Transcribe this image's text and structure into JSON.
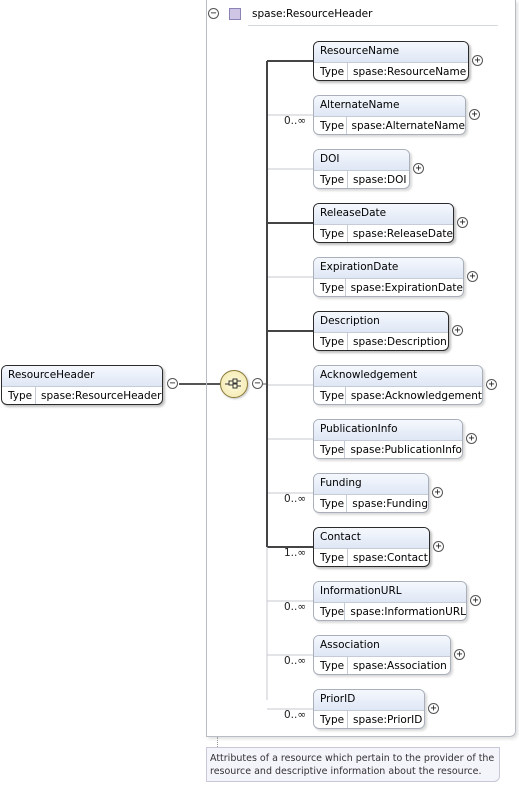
{
  "container": {
    "title": "spase:ResourceHeader",
    "toggle": "−"
  },
  "root": {
    "name": "ResourceHeader",
    "type_label": "Type",
    "type": "spase:ResourceHeader",
    "toggle": "−"
  },
  "sequence": {
    "toggle": "−"
  },
  "elements": [
    {
      "name": "ResourceName",
      "type_label": "Type",
      "type": "spase:ResourceName",
      "occurs": "",
      "required": true,
      "expand": "+"
    },
    {
      "name": "AlternateName",
      "type_label": "Type",
      "type": "spase:AlternateName",
      "occurs": "0..∞",
      "required": false,
      "expand": "+"
    },
    {
      "name": "DOI",
      "type_label": "Type",
      "type": "spase:DOI",
      "occurs": "",
      "required": false,
      "expand": "+"
    },
    {
      "name": "ReleaseDate",
      "type_label": "Type",
      "type": "spase:ReleaseDate",
      "occurs": "",
      "required": true,
      "expand": "+"
    },
    {
      "name": "ExpirationDate",
      "type_label": "Type",
      "type": "spase:ExpirationDate",
      "occurs": "",
      "required": false,
      "expand": "+"
    },
    {
      "name": "Description",
      "type_label": "Type",
      "type": "spase:Description",
      "occurs": "",
      "required": true,
      "expand": "+"
    },
    {
      "name": "Acknowledgement",
      "type_label": "Type",
      "type": "spase:Acknowledgement",
      "occurs": "",
      "required": false,
      "expand": "+"
    },
    {
      "name": "PublicationInfo",
      "type_label": "Type",
      "type": "spase:PublicationInfo",
      "occurs": "",
      "required": false,
      "expand": "+"
    },
    {
      "name": "Funding",
      "type_label": "Type",
      "type": "spase:Funding",
      "occurs": "0..∞",
      "required": false,
      "expand": "+"
    },
    {
      "name": "Contact",
      "type_label": "Type",
      "type": "spase:Contact",
      "occurs": "1..∞",
      "required": true,
      "expand": "+"
    },
    {
      "name": "InformationURL",
      "type_label": "Type",
      "type": "spase:InformationURL",
      "occurs": "0..∞",
      "required": false,
      "expand": "+"
    },
    {
      "name": "Association",
      "type_label": "Type",
      "type": "spase:Association",
      "occurs": "0..∞",
      "required": false,
      "expand": "+"
    },
    {
      "name": "PriorID",
      "type_label": "Type",
      "type": "spase:PriorID",
      "occurs": "0..∞",
      "required": false,
      "expand": "+"
    }
  ],
  "documentation": "Attributes of a resource which pertain to the provider of the resource and descriptive information about the resource."
}
